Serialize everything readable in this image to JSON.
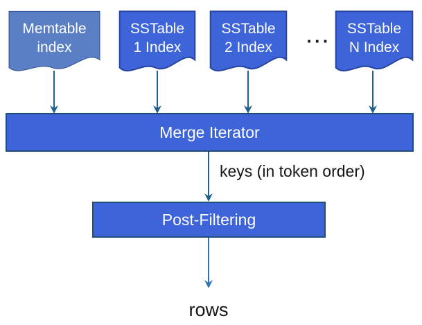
{
  "diagram": {
    "description": "Query flow: memtable and SSTable indexes feed a merge iterator whose keys pass through post-filtering to produce rows",
    "background_color": "#ffffff",
    "nodes": {
      "memtable": {
        "line1": "Memtable",
        "line2": "index",
        "shape": "document",
        "fill": "#5B7FC4",
        "border": "#2E4E8E",
        "text_color": "#ffffff"
      },
      "sstable1": {
        "line1": "SSTable",
        "line2": "1 Index",
        "shape": "document",
        "fill": "#3D64D8",
        "border": "#2843A0",
        "text_color": "#ffffff"
      },
      "sstable2": {
        "line1": "SSTable",
        "line2": "2 Index",
        "shape": "document",
        "fill": "#3D64D8",
        "border": "#2843A0",
        "text_color": "#ffffff"
      },
      "sstableN": {
        "line1": "SSTable",
        "line2": "N Index",
        "shape": "document",
        "fill": "#3D64D8",
        "border": "#2843A0",
        "text_color": "#ffffff"
      },
      "merge_iterator": {
        "label": "Merge Iterator",
        "shape": "rectangle",
        "fill": "#3D64D8",
        "border": "#1F4E79",
        "text_color": "#ffffff"
      },
      "post_filtering": {
        "label": "Post-Filtering",
        "shape": "rectangle",
        "fill": "#3D64D8",
        "border": "#1F4E79",
        "text_color": "#ffffff"
      }
    },
    "ellipsis": "···",
    "edges": [
      {
        "from": "memtable",
        "to": "merge_iterator"
      },
      {
        "from": "sstable1",
        "to": "merge_iterator"
      },
      {
        "from": "sstable2",
        "to": "merge_iterator"
      },
      {
        "from": "sstableN",
        "to": "merge_iterator"
      },
      {
        "from": "merge_iterator",
        "to": "post_filtering",
        "label": "keys (in token order)"
      },
      {
        "from": "post_filtering",
        "to": "rows_output",
        "label": "rows"
      }
    ],
    "labels": {
      "keys": "keys (in token order)",
      "rows": "rows"
    },
    "arrow_colors": {
      "upper": "#1F618C",
      "lower": "#2E75B6"
    }
  }
}
